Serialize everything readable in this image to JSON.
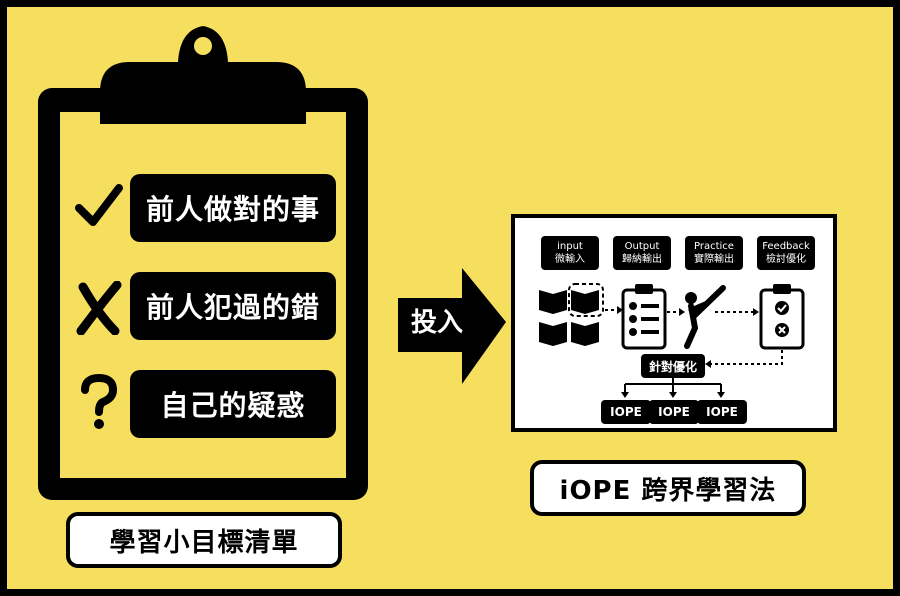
{
  "checklist": {
    "items": [
      {
        "mark": "check-icon",
        "label": "前人做對的事"
      },
      {
        "mark": "cross-icon",
        "label": "前人犯過的錯"
      },
      {
        "mark": "question-icon",
        "label": "自己的疑惑"
      }
    ],
    "title": "學習小目標清單"
  },
  "arrow": {
    "label": "投入"
  },
  "framework": {
    "stages": [
      {
        "en": "input",
        "zh": "微輸入"
      },
      {
        "en": "Output",
        "zh": "歸納輸出"
      },
      {
        "en": "Practice",
        "zh": "實際輸出"
      },
      {
        "en": "Feedback",
        "zh": "檢討優化"
      }
    ],
    "optimize_label": "針對優化",
    "iope_labels": [
      "IOPE",
      "IOPE",
      "IOPE"
    ],
    "title": "iOPE 跨界學習法"
  },
  "colors": {
    "background": "#F6DF5E",
    "ink": "#000000",
    "paper": "#FFFFFF"
  }
}
